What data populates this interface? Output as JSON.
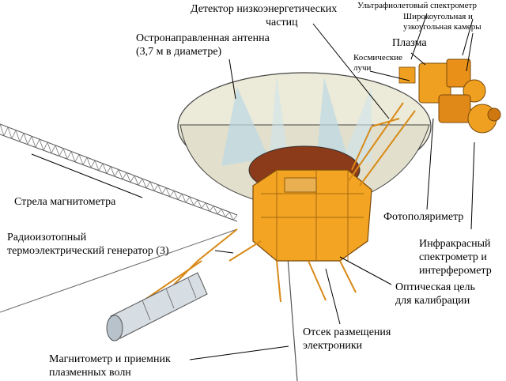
{
  "labels": {
    "lecp": [
      "Детектор низкоэнергетических",
      "частиц"
    ],
    "uvs": "Ультрафиолетовый спектрометр",
    "cameras": [
      "Широкоугольная и",
      "узкоугольная камеры"
    ],
    "hga": [
      "Остронаправленная антенна",
      "(3,7 м в диаметре)"
    ],
    "plasma": "Плазма",
    "cosmic": [
      "Космические",
      "лучи"
    ],
    "mag_boom": "Стрела магнитометра",
    "photopol": "Фотополяриметр",
    "rtg": [
      "Радиоизотопный",
      "термоэлектрический генератор (3)"
    ],
    "iris": [
      "Инфракрасный",
      "спектрометр и",
      "интерферометр"
    ],
    "calib": [
      "Оптическая цель",
      "для калибрации"
    ],
    "bus": [
      "Отсек размещения",
      "электроники"
    ],
    "magnetometer": [
      "Магнитометр и приемник",
      "плазменных волн"
    ]
  },
  "colors": {
    "structure": "#f0a020",
    "structure_dark": "#b86a10",
    "dish": "#e8e8d8",
    "dish_ray": "#b8d8e8",
    "bus_top": "#8b3a1a",
    "rtg": "#c8d0d8"
  }
}
